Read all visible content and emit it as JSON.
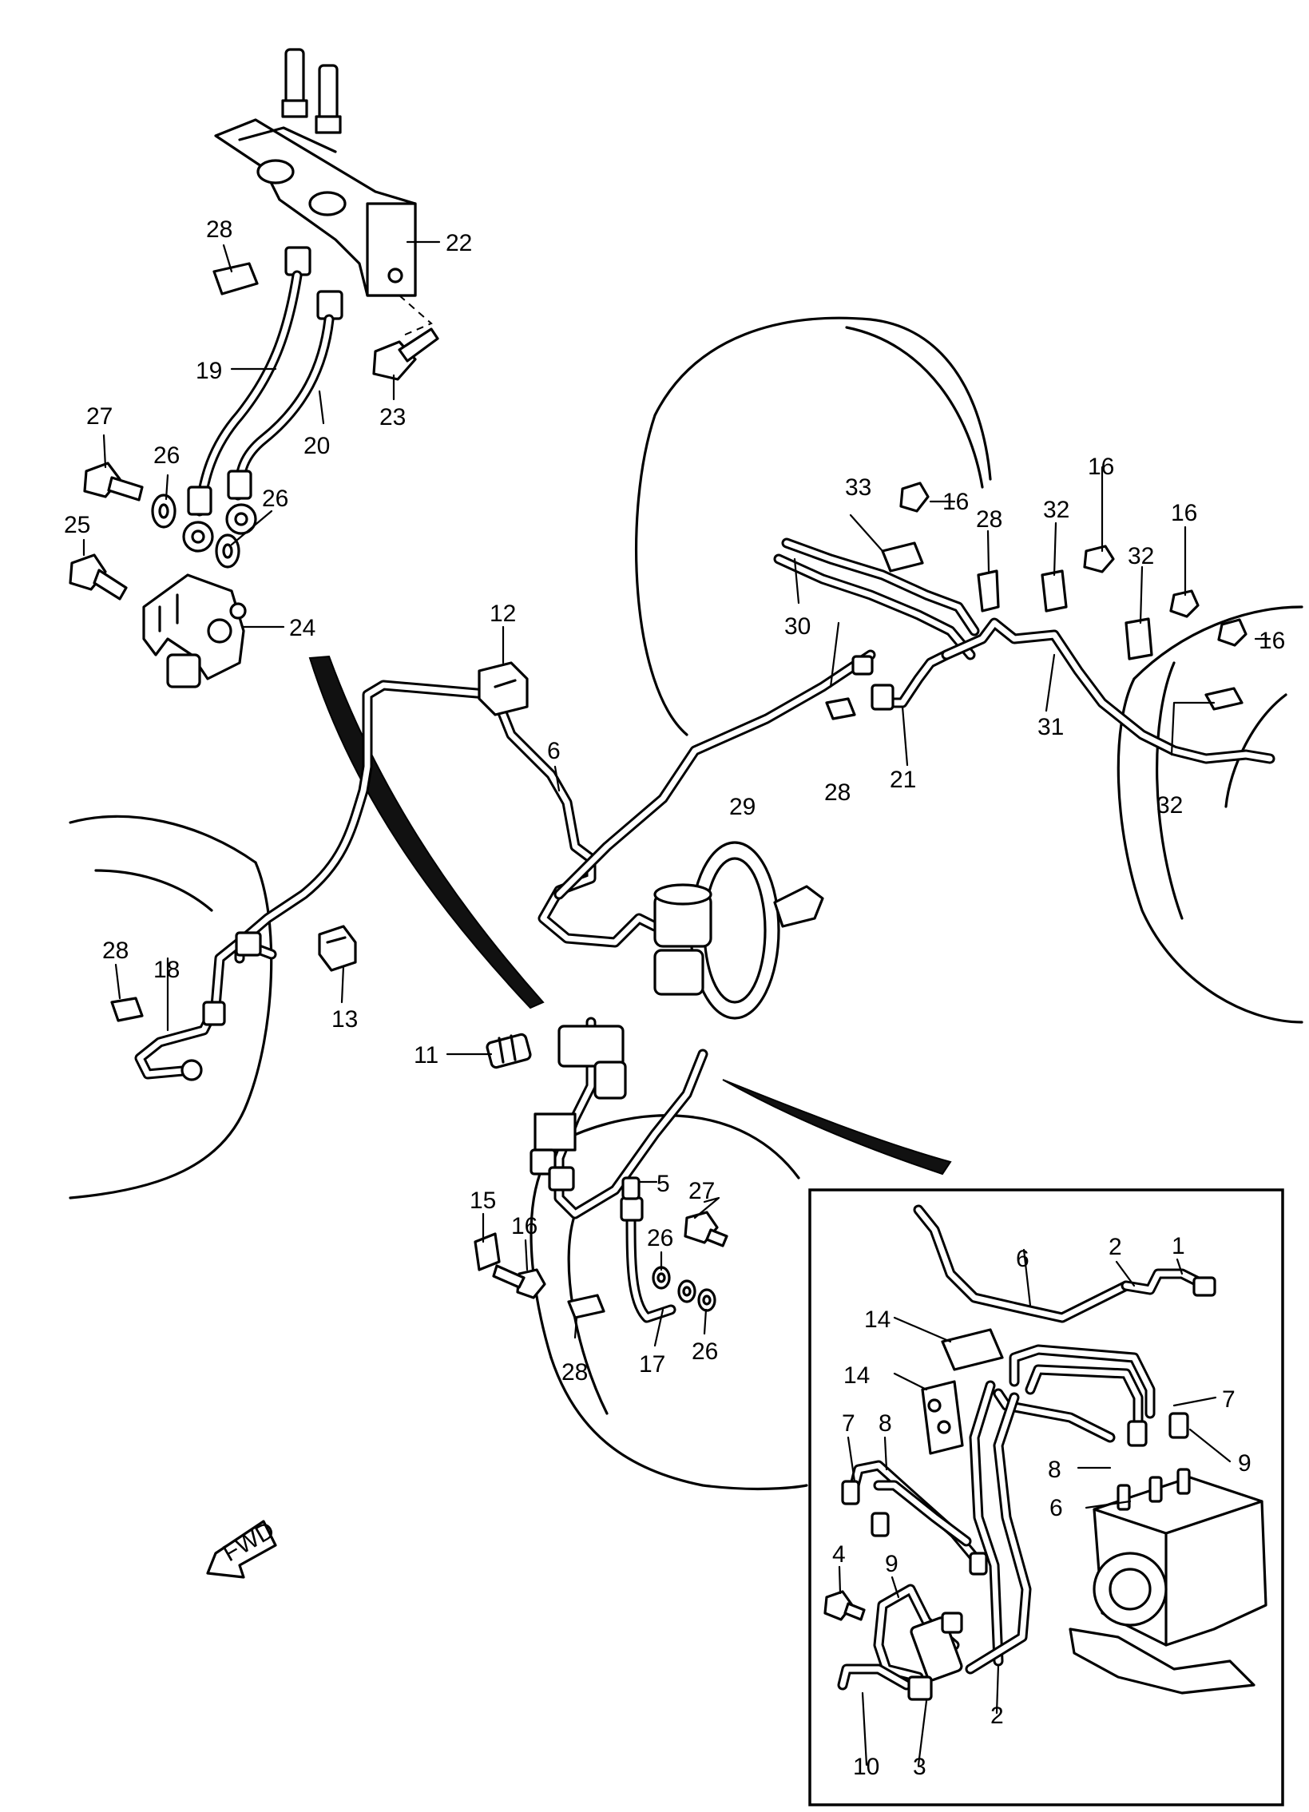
{
  "diagram": {
    "labels": {
      "p1": "1",
      "p2a": "2",
      "p2b": "2",
      "p3": "3",
      "p4": "4",
      "p5": "5",
      "p6a": "6",
      "p6b": "6",
      "p6c": "6",
      "p7a": "7",
      "p7b": "7",
      "p8a": "8",
      "p8b": "8",
      "p9a": "9",
      "p9b": "9",
      "p10": "10",
      "p11": "11",
      "p12": "12",
      "p13": "13",
      "p14a": "14",
      "p14b": "14",
      "p15": "15",
      "p16a": "16",
      "p16b": "16",
      "p16c": "16",
      "p16d": "16",
      "p16e": "16",
      "p17": "17",
      "p18": "18",
      "p19": "19",
      "p20": "20",
      "p21": "21",
      "p22": "22",
      "p23": "23",
      "p24": "24",
      "p25": "25",
      "p26a": "26",
      "p26b": "26",
      "p26c": "26",
      "p27a": "27",
      "p27b": "27",
      "p28a": "28",
      "p28b": "28",
      "p28c": "28",
      "p28d": "28",
      "p28e": "28",
      "p29": "29",
      "p30": "30",
      "p31": "31",
      "p32a": "32",
      "p32b": "32",
      "p32c": "32",
      "p33": "33"
    },
    "front_arrow": "FWD"
  }
}
